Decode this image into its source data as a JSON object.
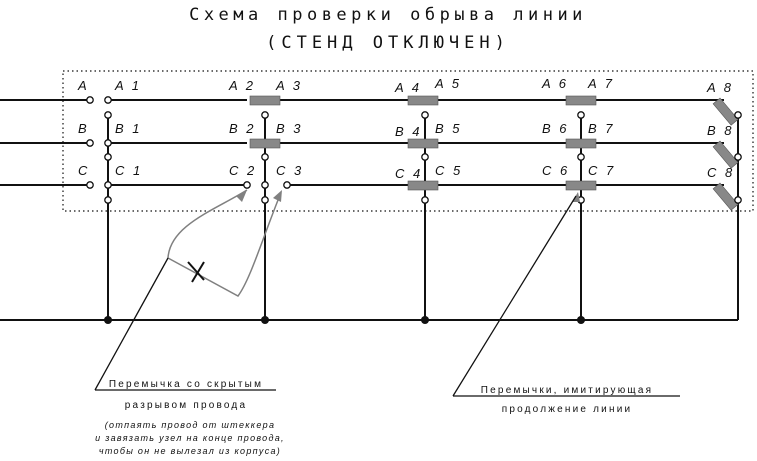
{
  "title": {
    "line1": "Схема проверки обрыва линии",
    "line2": "(СТЕНД ОТКЛЮЧЕН)"
  },
  "phase_labels": [
    "A",
    "B",
    "C"
  ],
  "stand_labels": {
    "row_a": [
      "A 1",
      "A 2",
      "A 3",
      "A 4",
      "A 5",
      "A 6",
      "A 7",
      "A 8"
    ],
    "row_b": [
      "B 1",
      "B 2",
      "B 3",
      "B 4",
      "B 5",
      "B 6",
      "B 7",
      "B 8"
    ],
    "row_c": [
      "C 1",
      "C 2",
      "C 3",
      "C 4",
      "C 5",
      "C 6",
      "C 7",
      "C 8"
    ]
  },
  "callout_left": {
    "line1": "Перемычка со скрытым",
    "line2": "разрывом провода",
    "note1": "(отпаять провод от штеккера",
    "note2": "и завязать узел на конце провода,",
    "note3": "чтобы он не вылезал из корпуса)"
  },
  "callout_right": {
    "line1": "Перемычки, имитирующая",
    "line2": "продолжение линии"
  },
  "colors": {
    "wire": "#111111",
    "jumper": "#888888",
    "pointer": "#808080"
  }
}
